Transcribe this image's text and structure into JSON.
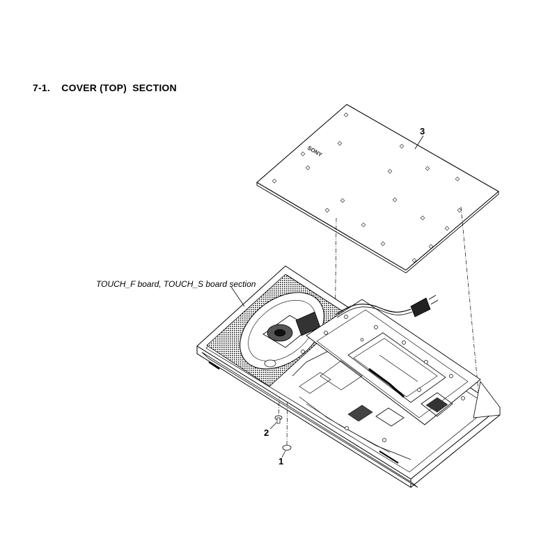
{
  "heading": {
    "number": "7-1.",
    "title": "COVER (TOP)  SECTION"
  },
  "callouts": {
    "part1": "1",
    "part2": "2",
    "part3": "3"
  },
  "labels": {
    "board_section": "TOUCH_F board, TOUCH_S board section",
    "logo": "SONY"
  }
}
